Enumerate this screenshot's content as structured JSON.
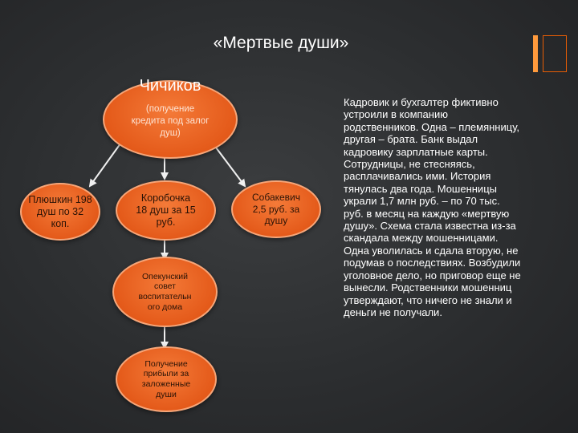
{
  "title": "«Мертвые души»",
  "nodes": {
    "chichikov": {
      "name": "Чичиков",
      "detail": "(получение кредита под залог душ)"
    },
    "plyushkin": "Плюшкин 198 душ по 32 коп.",
    "korobochka": "Коробочка 18 душ за 15 руб.",
    "sobakevich": "Собакевич 2,5 руб. за душу",
    "opekunsky": "Опекунский совет воспитательн ого дома",
    "profit": "Получение прибыли за заложенные души"
  },
  "side_text": "Кадровик и бухгалтер фиктивно устроили в компанию родственников. Одна – племянницу, другая – брата. Банк выдал кадровику зарплатные карты. Сотрудницы, не стесняясь, расплачивались ими. История тянулась два года. Мошенницы украли 1,7 млн руб. – по 70 тыс. руб. в месяц на каждую «мертвую душу». Схема стала известна из-за скандала между мошенницами. Одна уволилась и сдала вторую, не подумав о последствиях. Возбудили уголовное дело, но приговор еще не вынесли. Родственники мошенниц утверждают, что ничего не знали и деньги не получали.",
  "colors": {
    "node_fill": "#e45a1a",
    "node_border": "#f6a679",
    "accent": "#ff9a3c",
    "arrow": "#f0f0f0"
  }
}
